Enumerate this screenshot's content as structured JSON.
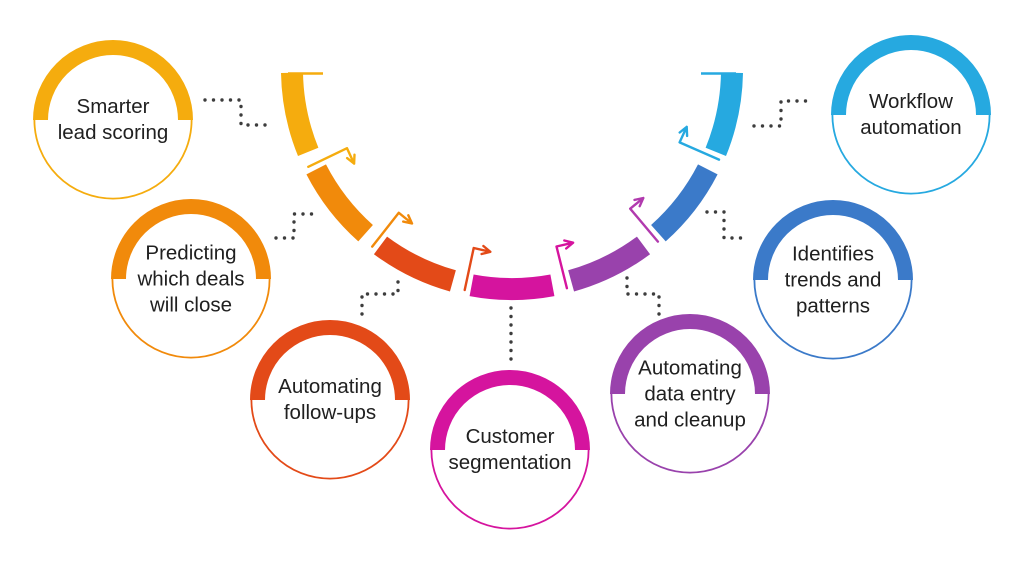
{
  "diagram": {
    "background": "#ffffff",
    "text_color": "#202020",
    "connector_color": "#3d3d3d",
    "items": [
      {
        "id": "smarter-lead-scoring",
        "label": "Smarter\nlead scoring",
        "color": "#F5AC0E"
      },
      {
        "id": "predicting-deals-close",
        "label": "Predicting\nwhich deals\nwill close",
        "color": "#F18A0B"
      },
      {
        "id": "automating-follow-ups",
        "label": "Automating\nfollow-ups",
        "color": "#E34A18"
      },
      {
        "id": "customer-segmentation",
        "label": "Customer\nsegmentation",
        "color": "#D5149E"
      },
      {
        "id": "automating-data-entry",
        "label": "Automating\ndata entry\nand cleanup",
        "color": "#9942AC"
      },
      {
        "id": "identifies-trends",
        "label": "Identifies\ntrends and\npatterns",
        "color": "#3B7AC9"
      },
      {
        "id": "workflow-automation",
        "label": "Workflow\nautomation",
        "color": "#26A9E0"
      }
    ],
    "arrow_colors": [
      "#F5AC0E",
      "#F18A0B",
      "#E34A18",
      "#D5149E",
      "#B13AAE",
      "#26A9E0"
    ]
  }
}
